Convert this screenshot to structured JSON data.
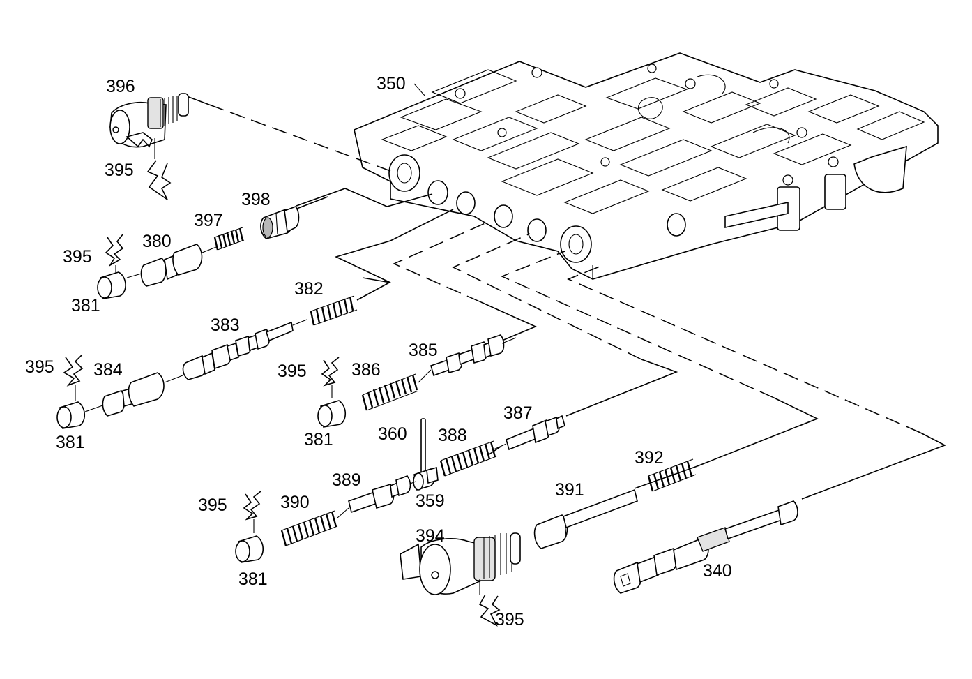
{
  "diagram": {
    "labels": {
      "l350": "350",
      "l396": "396",
      "l395_a": "395",
      "l398": "398",
      "l397": "397",
      "l380": "380",
      "l395_b": "395",
      "l381_a": "381",
      "l382": "382",
      "l383": "383",
      "l384": "384",
      "l395_c": "395",
      "l381_b": "381",
      "l385": "385",
      "l386": "386",
      "l395_d": "395",
      "l381_c": "381",
      "l387": "387",
      "l360": "360",
      "l388": "388",
      "l392": "392",
      "l389": "389",
      "l359": "359",
      "l391": "391",
      "l395_e": "395",
      "l390": "390",
      "l394": "394",
      "l381_d": "381",
      "l340": "340",
      "l395_f": "395"
    }
  }
}
